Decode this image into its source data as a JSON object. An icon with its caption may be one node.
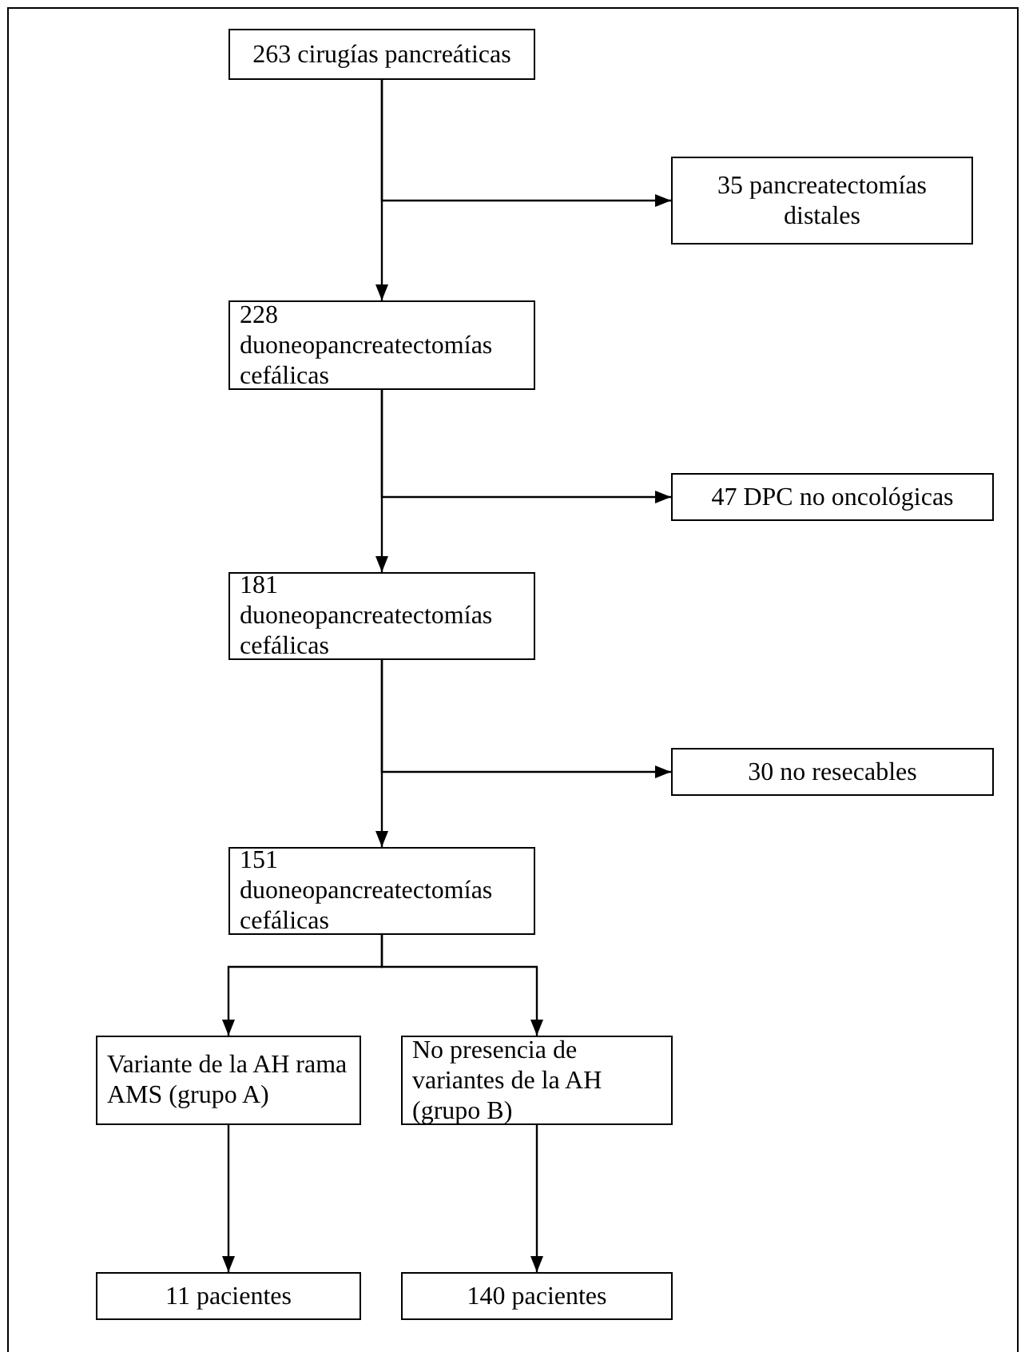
{
  "diagram": {
    "nodes": [
      {
        "text": [
          "263 cirugías pancreáticas"
        ]
      },
      {
        "text": [
          "35 pancreatectomías distales"
        ]
      },
      {
        "text": [
          "228 duoneopancreatectomías cefálicas"
        ]
      },
      {
        "text": [
          "47 DPC no oncológicas"
        ]
      },
      {
        "text": [
          "181 duoneopancreatectomías cefálicas"
        ]
      },
      {
        "text": [
          "30 no resecables"
        ]
      },
      {
        "text": [
          "151 duoneopancreatectomías cefálicas"
        ]
      },
      {
        "text": [
          "Variante de la AH rama AMS (grupo A)"
        ]
      },
      {
        "text": [
          "No presencia de variantes de la AH (grupo B)"
        ]
      },
      {
        "text": [
          "11 pacientes"
        ]
      },
      {
        "text": [
          "140 pacientes"
        ]
      }
    ],
    "edges": [
      {
        "from": 0,
        "to": 2,
        "arrow": "to"
      },
      {
        "from": 0,
        "to": 1,
        "arrow": "to"
      },
      {
        "from": 2,
        "to": 4,
        "arrow": "to"
      },
      {
        "from": 2,
        "to": 3,
        "arrow": "to"
      },
      {
        "from": 4,
        "to": 6,
        "arrow": "to"
      },
      {
        "from": 4,
        "to": 5,
        "arrow": "to"
      },
      {
        "from": 6,
        "to": 7,
        "arrow": "to"
      },
      {
        "from": 6,
        "to": 8,
        "arrow": "to"
      },
      {
        "from": 7,
        "to": 9,
        "arrow": "to"
      },
      {
        "from": 8,
        "to": 10,
        "arrow": "to"
      }
    ]
  }
}
